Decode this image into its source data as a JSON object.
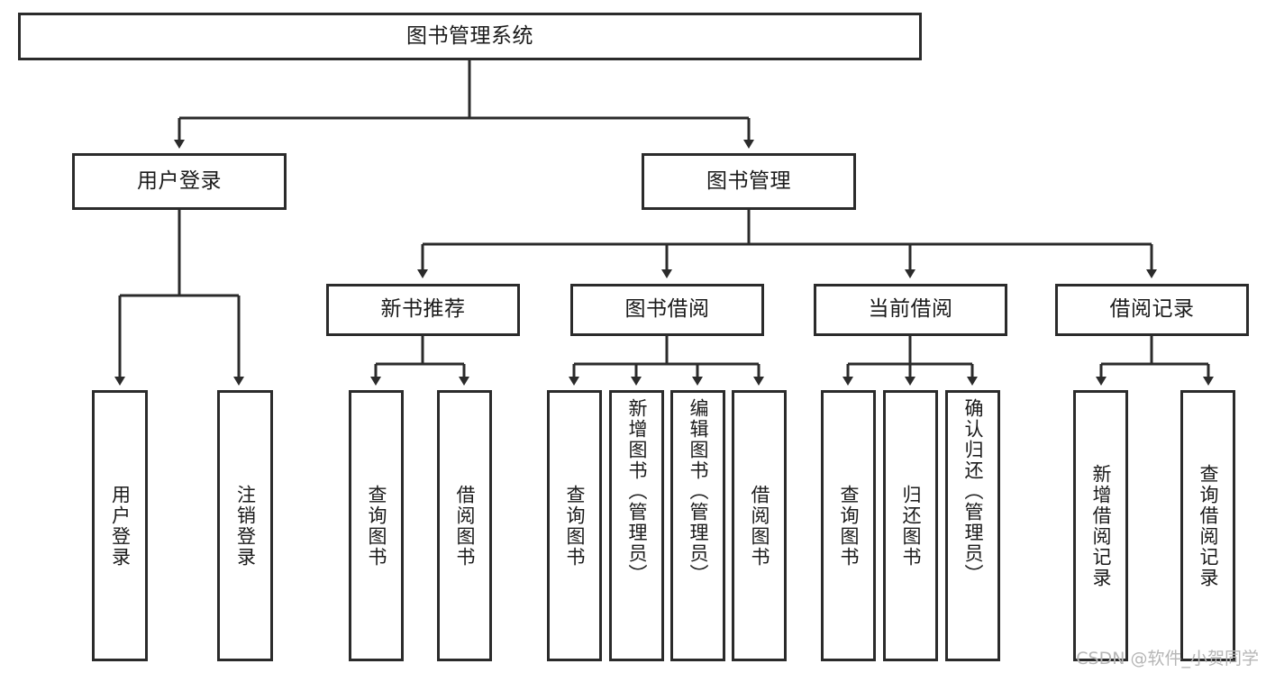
{
  "diagram": {
    "type": "tree-hierarchy-chart",
    "title": "图书管理系统",
    "root": {
      "id": "root",
      "label": "图书管理系统"
    },
    "level2": [
      {
        "id": "user-login",
        "label": "用户登录"
      },
      {
        "id": "book-management",
        "label": "图书管理"
      }
    ],
    "level3": [
      {
        "id": "new-book-recommend",
        "label": "新书推荐",
        "parent": "book-management"
      },
      {
        "id": "book-borrow",
        "label": "图书借阅",
        "parent": "book-management"
      },
      {
        "id": "current-borrow",
        "label": "当前借阅",
        "parent": "book-management"
      },
      {
        "id": "borrow-record",
        "label": "借阅记录",
        "parent": "book-management"
      }
    ],
    "leaves": [
      {
        "id": "leaf-user-login",
        "label": "用户登录",
        "parent": "user-login"
      },
      {
        "id": "leaf-user-logout",
        "label": "注销登录",
        "parent": "user-login"
      },
      {
        "id": "leaf-query-book-1",
        "label": "查询图书",
        "parent": "new-book-recommend"
      },
      {
        "id": "leaf-borrow-book-1",
        "label": "借阅图书",
        "parent": "new-book-recommend"
      },
      {
        "id": "leaf-query-book-2",
        "label": "查询图书",
        "parent": "book-borrow"
      },
      {
        "id": "leaf-add-book",
        "label": "新增图书（管理员）",
        "parent": "book-borrow"
      },
      {
        "id": "leaf-edit-book",
        "label": "编辑图书（管理员）",
        "parent": "book-borrow"
      },
      {
        "id": "leaf-borrow-book-2",
        "label": "借阅图书",
        "parent": "book-borrow"
      },
      {
        "id": "leaf-query-book-3",
        "label": "查询图书",
        "parent": "current-borrow"
      },
      {
        "id": "leaf-return-book",
        "label": "归还图书",
        "parent": "current-borrow"
      },
      {
        "id": "leaf-confirm-return",
        "label": "确认归还（管理员）",
        "parent": "current-borrow"
      },
      {
        "id": "leaf-add-record",
        "label": "新增借阅记录",
        "parent": "borrow-record"
      },
      {
        "id": "leaf-query-record",
        "label": "查询借阅记录",
        "parent": "borrow-record"
      }
    ],
    "colors": {
      "stroke": "#2b2b2b",
      "fill": "#ffffff",
      "text": "#1a1a1a",
      "watermark": "#b6b6b6"
    }
  },
  "watermark": {
    "text": "CSDN @软件_小贺同学"
  }
}
